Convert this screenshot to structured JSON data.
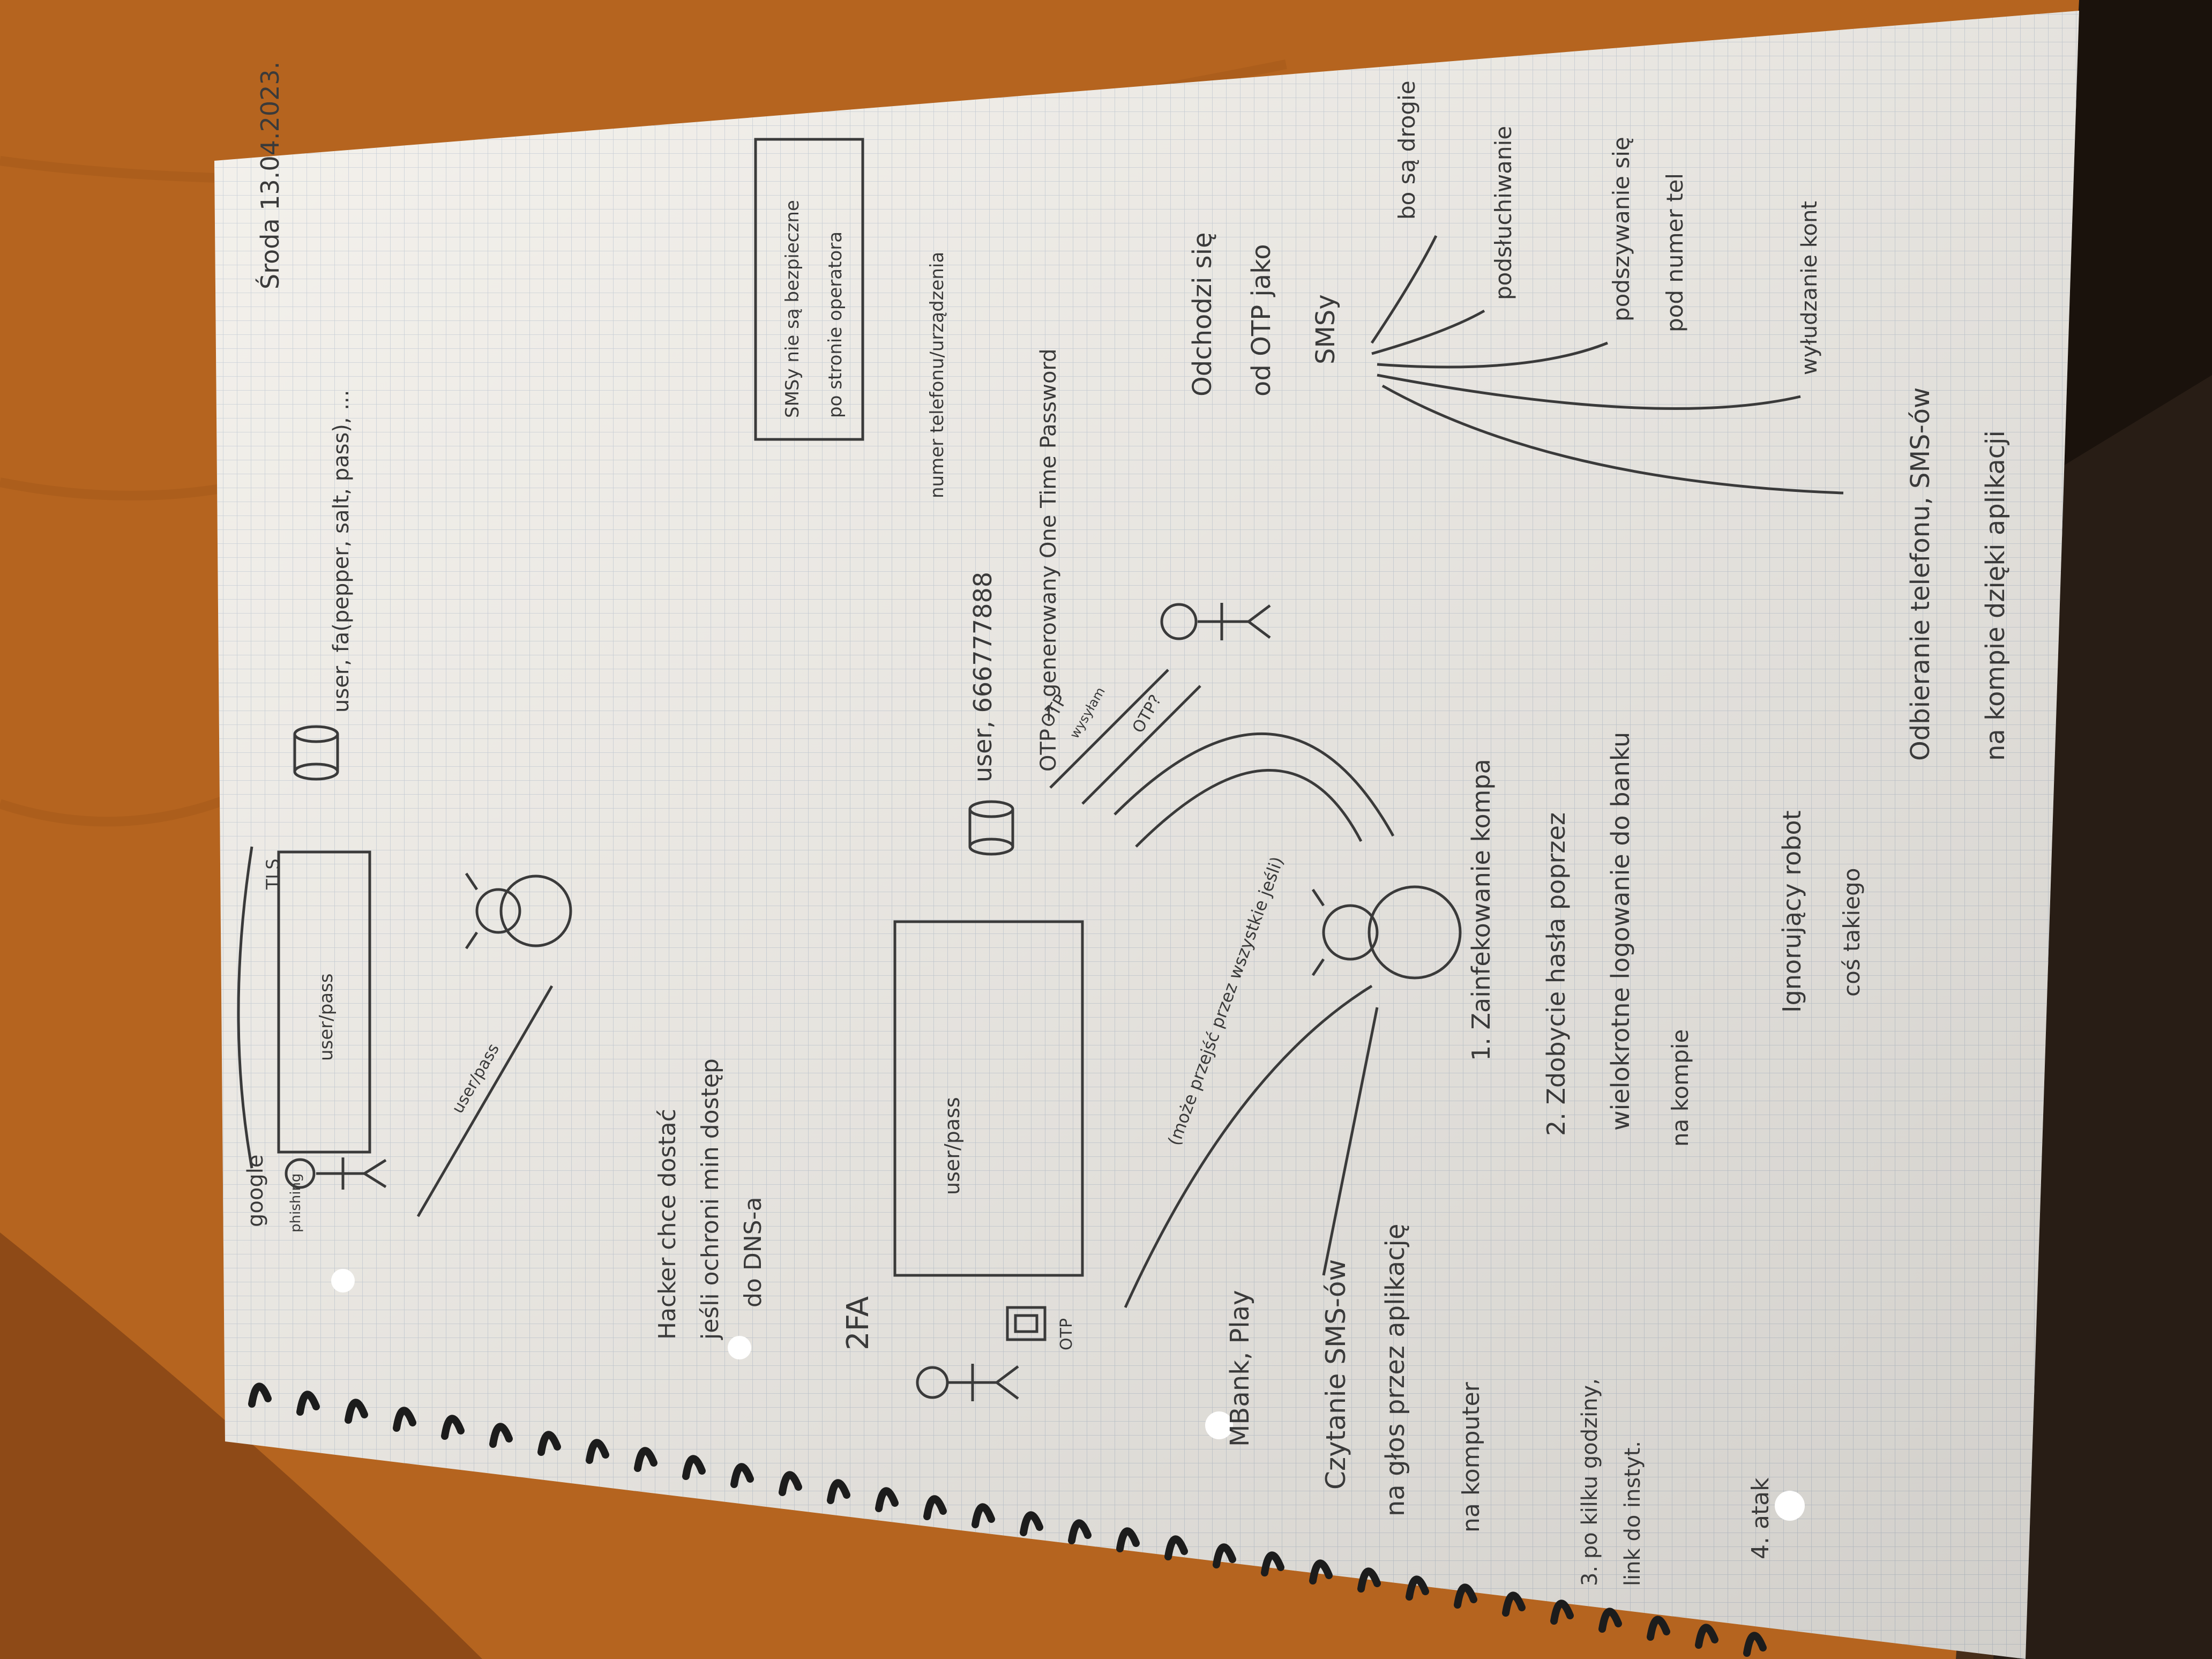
{
  "image": {
    "alt": "Photo of a spiral notebook page with handwritten notes about 2FA, OTP and SMS attacks, rotated 90 degrees, lying on a wooden desk",
    "colors": {
      "desk": "#b5641f",
      "desk_dark": "#7a3c12",
      "paper": "#f2efe9",
      "grid": "#b9c3cf",
      "ink": "#3a3a3a",
      "spiral": "#1c1c1c"
    }
  },
  "notes": {
    "date": "Środa 13.04.2023.",
    "label_google": "google",
    "label_phishing": "phishing",
    "label_tls": "TLS",
    "request_user_pass_top": "user/pass",
    "request_user_pass_attack": "user/pass",
    "db_user_fields": "user, fa(pepper, salt, pass), ...",
    "hacker_note_line1": "Hacker chce dostać",
    "hacker_note_line2": "jeśli ochroni min dostęp",
    "hacker_note_line3": "do DNS-a",
    "sms_box_line1": "SMSy nie są bezpieczne",
    "sms_box_line2": "po stronie operatora",
    "section_2fa": "2FA",
    "otp_phone_label": "OTP",
    "request_user_pass_2fa": "user/pass",
    "db_user_phone": "user, 666777888",
    "phone_annotation": "numer telefonu/urządzenia",
    "otp_generated": "OTP → generowany One Time Password",
    "otp_arrow_label": "OTP",
    "otp_question": "OTP?",
    "wysylam_label": "wysyłam",
    "hacker_reply": "(może przejść przez wszystkie jeśli)",
    "otp_separate_line1": "Odchodzi się",
    "otp_separate_line2": "od OTP jako",
    "otp_separate_line3": "SMSy",
    "reason_1": "bo są drogie",
    "reason_2": "podsłuchiwanie",
    "reason_3": "podszywanie się",
    "reason_3b": "pod numer tel",
    "reason_4": "wyłudzanie kont",
    "mbank_play": "MBank, Play",
    "reading_sms_line1": "Czytanie SMS-ów",
    "reading_sms_line2": "na głos przez aplikację",
    "reading_sms_line3": "na komputer",
    "step_1": "1. Zainfekowanie kompa",
    "step_2": "2. Zdobycie hasła poprzez",
    "step_2b": "wielokrotne logowanie do banku",
    "step_2c": "na kompie",
    "step_3_line1": "3. po kilku godziny,",
    "step_3_line2": "link do instyt.",
    "step_4": "4. atak",
    "bottom_line1": "Ignorujący robot",
    "bottom_line2": "coś takiego",
    "bottom_line3": "Odbieranie telefonu, SMS-ów",
    "bottom_line4": "na kompie dzięki aplikacji"
  }
}
